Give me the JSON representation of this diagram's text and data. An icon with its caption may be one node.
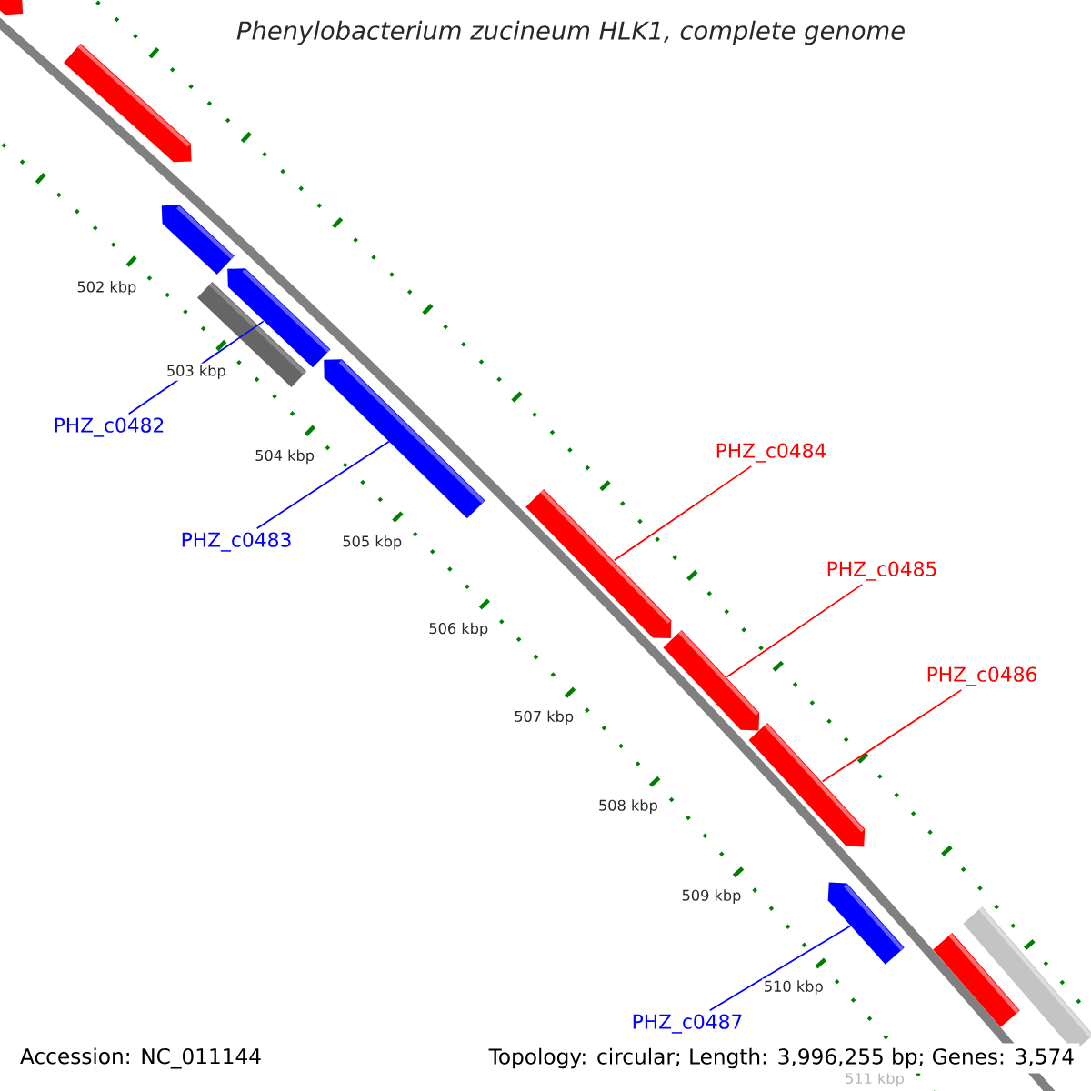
{
  "diagram": {
    "title": "Phenylobacterium zucineum HLK1, complete genome",
    "nodes": [
      {
        "text": [],
        "shape": "bar"
      },
      {
        "text": [],
        "shape": "bar"
      },
      {
        "text": [],
        "shape": "bar"
      },
      {
        "text": [],
        "shape": "bar"
      },
      {
        "text": [],
        "shape": "bar"
      },
      {
        "text": [],
        "shape": "bar"
      },
      {
        "text": [],
        "shape": "bar"
      },
      {
        "text": [],
        "shape": "bar"
      },
      {
        "text": [],
        "shape": "bar"
      },
      {
        "text": [],
        "shape": "bar"
      },
      {
        "text": [],
        "shape": "bar"
      },
      {
        "text": [],
        "shape": "bar"
      },
      {
        "text": [
          "PHZ_c0482"
        ]
      },
      {
        "text": [
          "PHZ_c0483"
        ]
      },
      {
        "text": [
          "PHZ_c0484"
        ]
      },
      {
        "text": [
          "PHZ_c0485"
        ]
      },
      {
        "text": [
          "PHZ_c0486"
        ]
      },
      {
        "text": [
          "PHZ_c0487"
        ]
      }
    ],
    "edges": [
      {
        "from": 12,
        "to": 3,
        "arrow": "none",
        "color": "#0000ff"
      },
      {
        "from": 13,
        "to": 5,
        "arrow": "none",
        "color": "#0000ff"
      },
      {
        "from": 14,
        "to": 6,
        "arrow": "none",
        "color": "#ff0000"
      },
      {
        "from": 15,
        "to": 7,
        "arrow": "none",
        "color": "#ff0000"
      },
      {
        "from": 16,
        "to": 8,
        "arrow": "none",
        "color": "#ff0000"
      },
      {
        "from": 17,
        "to": 9,
        "arrow": "none",
        "color": "#0000ff"
      }
    ],
    "labels": [
      "502 kbp",
      "503 kbp",
      "504 kbp",
      "505 kbp",
      "506 kbp",
      "507 kbp",
      "508 kbp",
      "509 kbp",
      "510 kbp",
      "511 kbp",
      "Accession: NC_011144",
      "Topology: circular; Length: 3,996,255 bp; Genes: 3,574"
    ]
  }
}
